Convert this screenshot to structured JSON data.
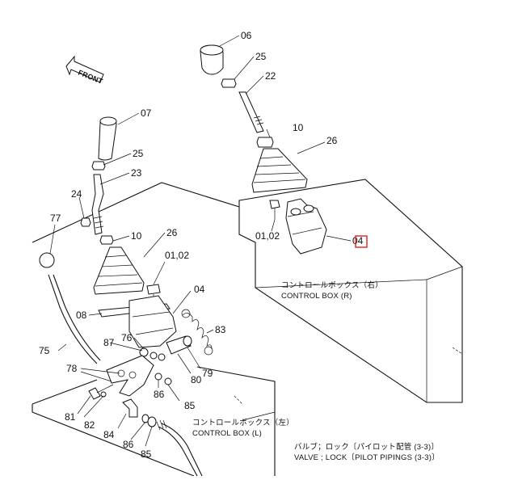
{
  "front_arrow": {
    "label": "FRONT"
  },
  "labels": {
    "p06": "06",
    "p25_r": "25",
    "p22": "22",
    "p10_r": "10",
    "p26_r": "26",
    "p0102_r": "01,02",
    "p04_r": "04",
    "p07": "07",
    "p25_l": "25",
    "p23": "23",
    "p24": "24",
    "p77": "77",
    "p10_l": "10",
    "p26_l": "26",
    "p0102_l": "01,02",
    "p04_l": "04",
    "p08": "08",
    "p83": "83",
    "p76": "76",
    "p87": "87",
    "p75": "75",
    "p78": "78",
    "p80": "80",
    "p79": "79",
    "p81": "81",
    "p82": "82",
    "p86_a": "86",
    "p85_a": "85",
    "p84": "84",
    "p86_b": "86",
    "p85_b": "85"
  },
  "captions": {
    "box_r_jp": "コントロールボックス（右）",
    "box_r_en": "CONTROL  BOX (R)",
    "box_l_jp": "コントロールボックス（左）",
    "box_l_en": "CONTROL  BOX (L)",
    "valve_jp": "バルブ；ロック〔パイロット配管 (3-3)〕",
    "valve_en": "VALVE ; LOCK〔PILOT  PIPINGS (3-3)〕"
  },
  "highlight_color": "#dd2222"
}
